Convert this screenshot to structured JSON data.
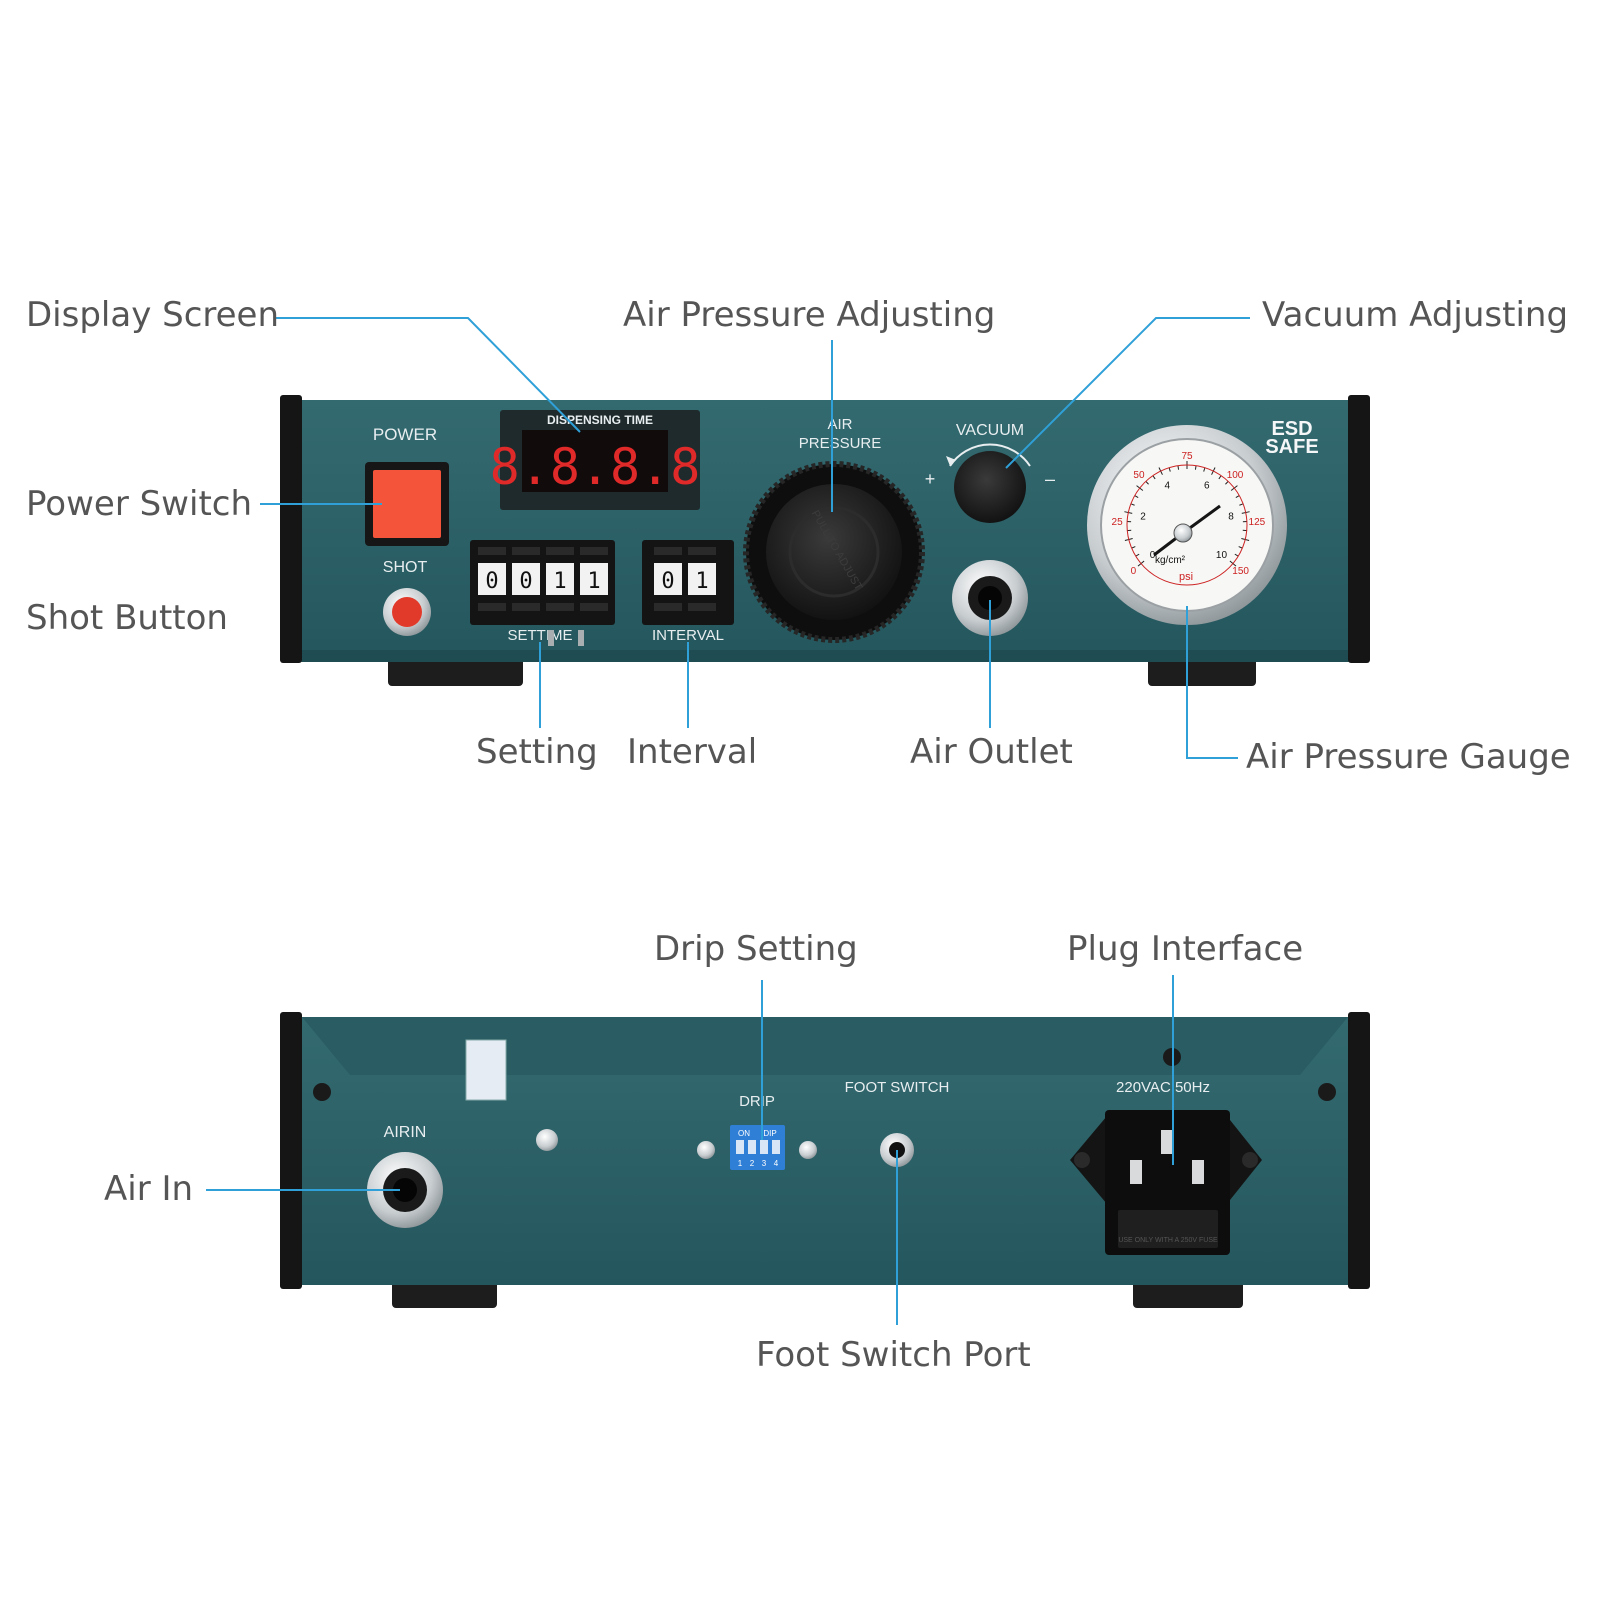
{
  "front_panel": {
    "power_label": "POWER",
    "shot_label": "SHOT",
    "display_label": "DISPENSING TIME",
    "display_value": "8.8.8.8",
    "settime_label": "SETTIME",
    "settime_digits": [
      "0",
      "0",
      "1",
      "1"
    ],
    "interval_label": "INTERVAL",
    "interval_digits": [
      "0",
      "1"
    ],
    "air_label_1": "AIR",
    "air_label_2": "PRESSURE",
    "knob_text": "PULL TO ADJUST",
    "vacuum_label": "VACUUM",
    "vacuum_plus": "+",
    "vacuum_minus": "–",
    "esd_line1": "ESD",
    "esd_line2": "SAFE",
    "gauge": {
      "inner_ticks": [
        "0",
        "2",
        "4",
        "6",
        "8",
        "10"
      ],
      "outer_ticks": [
        "0",
        "25",
        "50",
        "75",
        "100",
        "125",
        "150"
      ],
      "unit_inner": "kg/cm²",
      "unit_outer": "psi"
    }
  },
  "rear_panel": {
    "airin_label": "AIRIN",
    "drip_label": "DRIP",
    "dip_on": "ON",
    "dip_brand": "DIP",
    "dip_numbers": [
      "1",
      "2",
      "3",
      "4"
    ],
    "foot_switch_label": "FOOT SWITCH",
    "voltage_label": "220VAC 50Hz",
    "fuse_text": "USE ONLY WITH A 250V FUSE"
  },
  "callouts": {
    "display_screen": "Display Screen",
    "air_pressure_adjusting": "Air Pressure Adjusting",
    "vacuum_adjusting": "Vacuum Adjusting",
    "power_switch": "Power Switch",
    "shot_button": "Shot Button",
    "setting": "Setting",
    "interval": "Interval",
    "air_outlet": "Air Outlet",
    "air_pressure_gauge": "Air Pressure Gauge",
    "drip_setting": "Drip Setting",
    "plug_interface": "Plug Interface",
    "air_in": "Air In",
    "foot_switch_port": "Foot Switch Port"
  },
  "colors": {
    "panel": "#2d6066",
    "callout_line": "#2fa0d8",
    "callout_text": "#555555",
    "power_button": "#f4553a",
    "shot_button": "#e23a2a"
  }
}
